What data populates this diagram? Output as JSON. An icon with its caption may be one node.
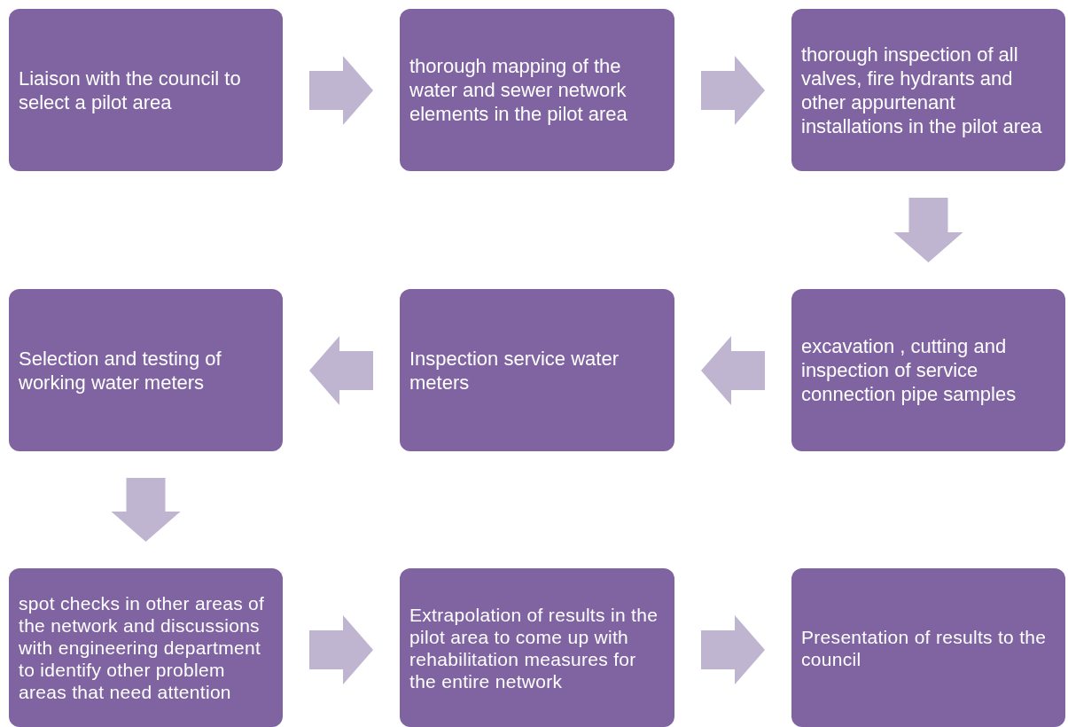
{
  "diagram": {
    "nodes": [
      {
        "text": [
          "Liaison with the council to select a pilot area"
        ]
      },
      {
        "text": [
          "thorough mapping of the water and sewer network elements in the pilot area"
        ]
      },
      {
        "text": [
          "thorough inspection of all valves, fire hydrants and other appurtenant installations in the pilot area"
        ]
      },
      {
        "text": [
          "excavation , cutting  and inspection of service connection pipe samples"
        ]
      },
      {
        "text": [
          "Inspection service water meters"
        ]
      },
      {
        "text": [
          "Selection and testing of working water meters"
        ]
      },
      {
        "text": [
          "spot checks in other areas of the network and discussions with engineering department to identify other problem areas that need attention"
        ]
      },
      {
        "text": [
          "Extrapolation of results in the pilot area to come up with  rehabilitation measures for the entire network"
        ]
      },
      {
        "text": [
          "Presentation of results to the council"
        ]
      }
    ],
    "edges": [
      {
        "from": 0,
        "to": 1,
        "arrow": "to"
      },
      {
        "from": 1,
        "to": 2,
        "arrow": "to"
      },
      {
        "from": 2,
        "to": 3,
        "arrow": "to"
      },
      {
        "from": 3,
        "to": 4,
        "arrow": "to"
      },
      {
        "from": 4,
        "to": 5,
        "arrow": "to"
      },
      {
        "from": 5,
        "to": 6,
        "arrow": "to"
      },
      {
        "from": 6,
        "to": 7,
        "arrow": "to"
      },
      {
        "from": 7,
        "to": 8,
        "arrow": "to"
      }
    ]
  }
}
